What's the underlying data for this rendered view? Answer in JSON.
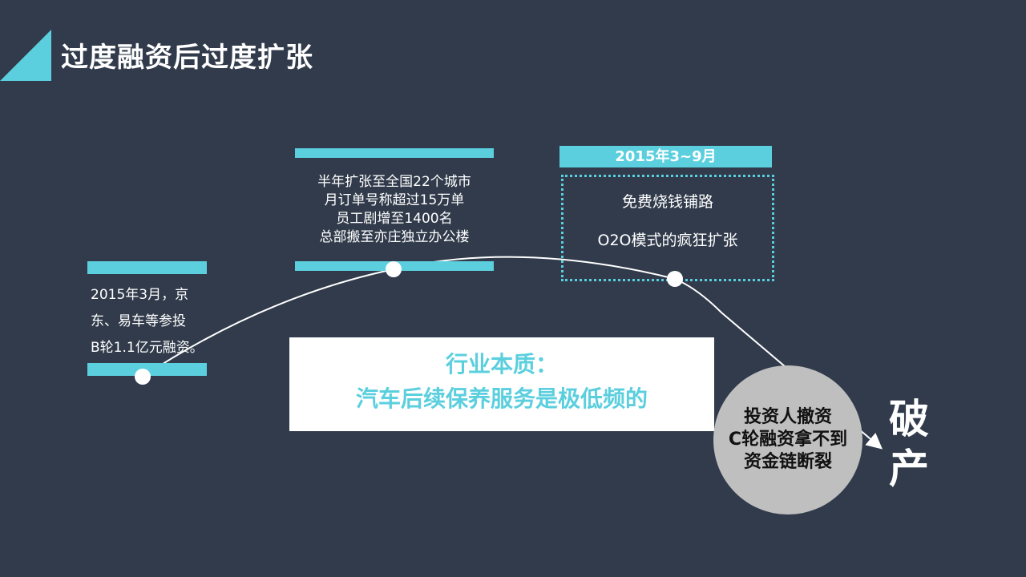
{
  "title": "过度融资后过度扩张",
  "colors": {
    "background": "#313b4b",
    "accent": "#5bcfde",
    "circle": "#bfbfbf"
  },
  "left_event": {
    "lines": [
      "2015年3月，京",
      "东、易车等参投",
      "B轮1.1亿元融资。"
    ]
  },
  "middle_event": {
    "lines": [
      "半年扩张至全国22个城市",
      "月订单号称超过15万单",
      "员工剧增至1400名",
      "总部搬至亦庄独立办公楼"
    ]
  },
  "right_event": {
    "header": "2015年3~9月",
    "lines": [
      "免费烧钱铺路",
      "O2O模式的疯狂扩张"
    ]
  },
  "essence": {
    "line1": "行业本质：",
    "line2": "汽车后续保养服务是极低频的"
  },
  "cause": {
    "lines": [
      "投资人撤资",
      "C轮融资拿不到",
      "资金链断裂"
    ]
  },
  "outcome": {
    "lines": [
      "破",
      "产"
    ]
  }
}
